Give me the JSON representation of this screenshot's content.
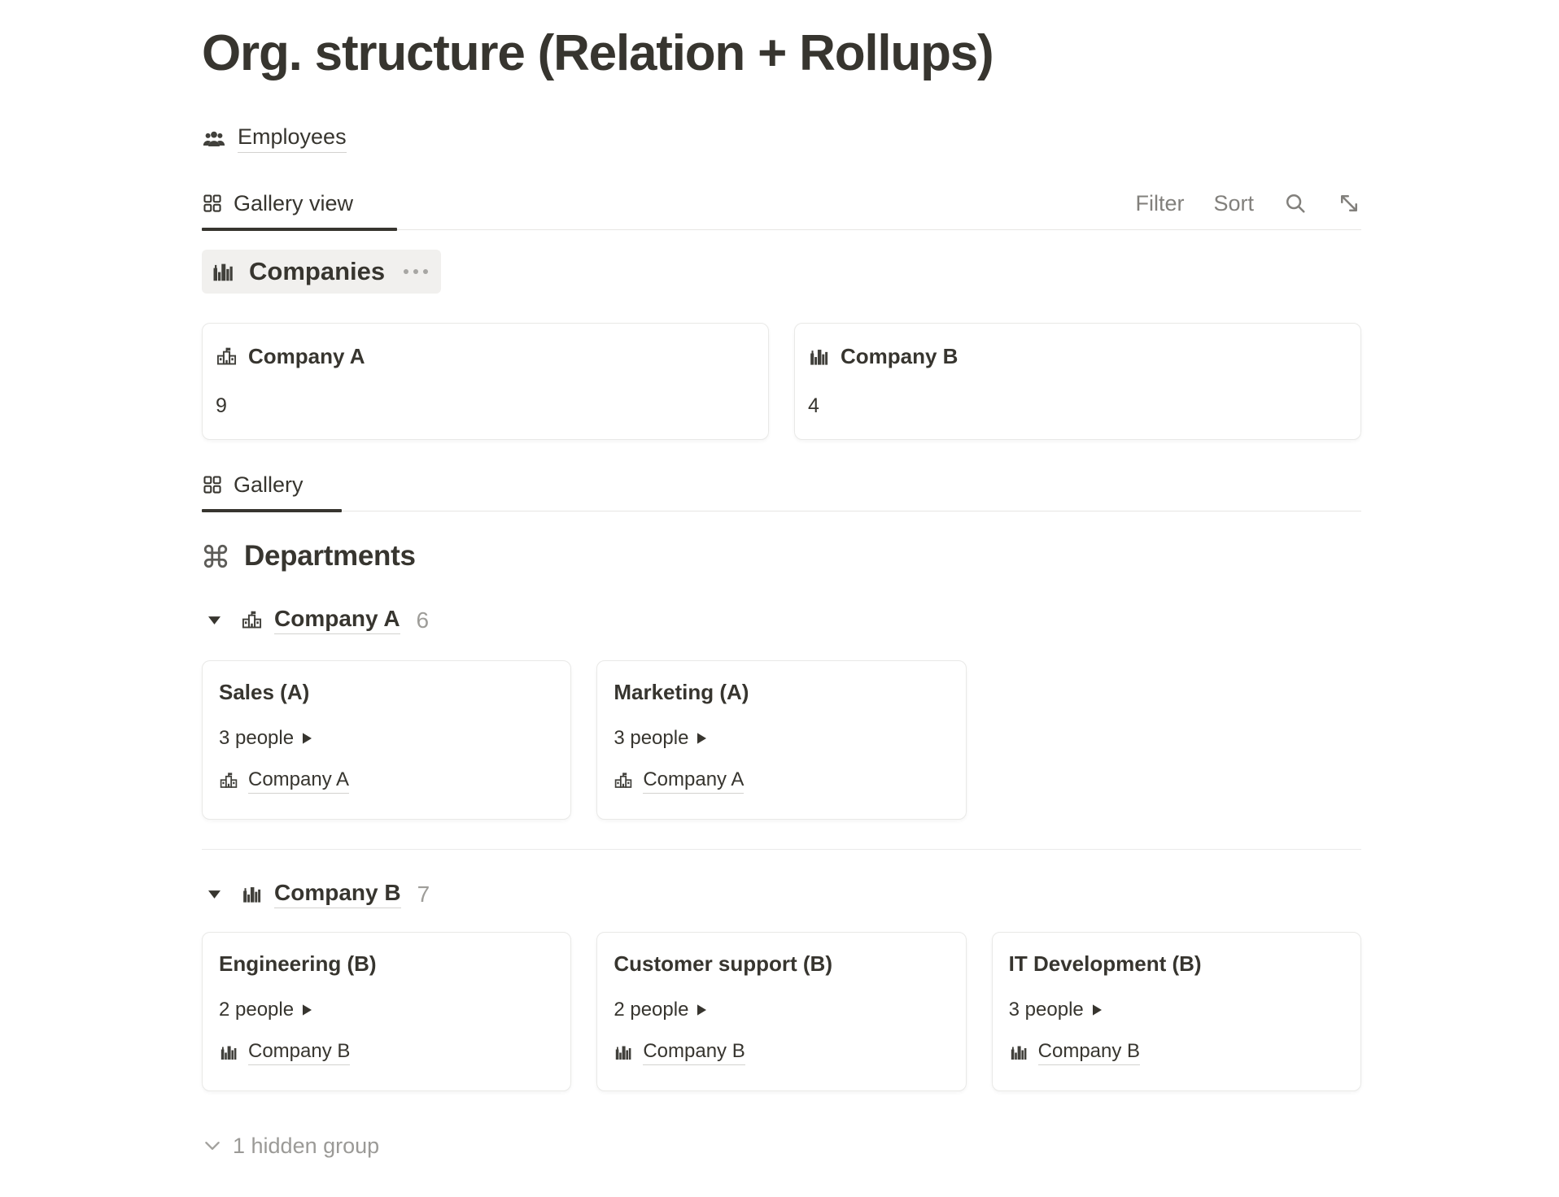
{
  "page": {
    "title": "Org. structure (Relation + Rollups)"
  },
  "source": {
    "label": "Employees"
  },
  "toolbar": {
    "tab_label": "Gallery view",
    "filter_label": "Filter",
    "sort_label": "Sort"
  },
  "companies_section": {
    "heading": "Companies",
    "cards": [
      {
        "icon": "school-building-icon",
        "name": "Company A",
        "rollup_count": "9"
      },
      {
        "icon": "city-building-icon",
        "name": "Company B",
        "rollup_count": "4"
      }
    ]
  },
  "departments_section": {
    "tab_label": "Gallery",
    "heading": "Departments",
    "groups": [
      {
        "icon": "school-building-icon",
        "name": "Company A",
        "count": "6",
        "cards": [
          {
            "title": "Sales (A)",
            "people": "3 people",
            "company": "Company A"
          },
          {
            "title": "Marketing (A)",
            "people": "3 people",
            "company": "Company A"
          }
        ]
      },
      {
        "icon": "city-building-icon",
        "name": "Company B",
        "count": "7",
        "cards": [
          {
            "title": "Engineering (B)",
            "people": "2 people",
            "company": "Company B"
          },
          {
            "title": "Customer support (B)",
            "people": "2 people",
            "company": "Company B"
          },
          {
            "title": "IT Development (B)",
            "people": "3 people",
            "company": "Company B"
          }
        ]
      }
    ],
    "hidden_group_label": "1 hidden group"
  },
  "colors": {
    "text_primary": "#37352f",
    "text_secondary": "#82807c",
    "text_muted": "#9e9d99",
    "divider": "#e7e6e4",
    "card_border": "#e9e9e7",
    "heading_highlight": "#f1f0ee",
    "link_underline": "#d3d2cf"
  }
}
